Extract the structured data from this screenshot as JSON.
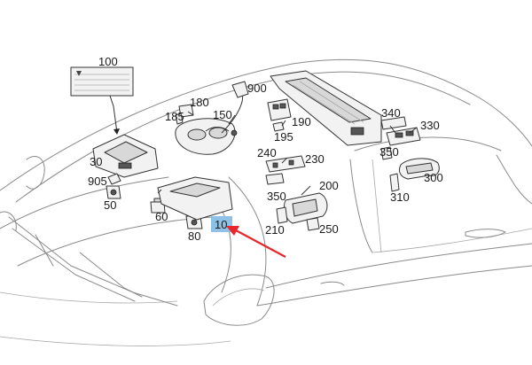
{
  "labels": {
    "p10": "10",
    "p30": "30",
    "p50": "50",
    "p60": "60",
    "p80": "80",
    "p100": "100",
    "p150": "150",
    "p180": "180",
    "p185": "185",
    "p190": "190",
    "p195": "195",
    "p200": "200",
    "p210": "210",
    "p230": "230",
    "p240": "240",
    "p250": "250",
    "p300": "300",
    "p310": "310",
    "p330": "330",
    "p340": "340",
    "p350a": "350",
    "p350b": "350",
    "p900": "900",
    "p905": "905"
  },
  "colors": {
    "highlight": "#8fc1e6",
    "arrow": "#e8262b",
    "outline": "#8a8a8a"
  }
}
